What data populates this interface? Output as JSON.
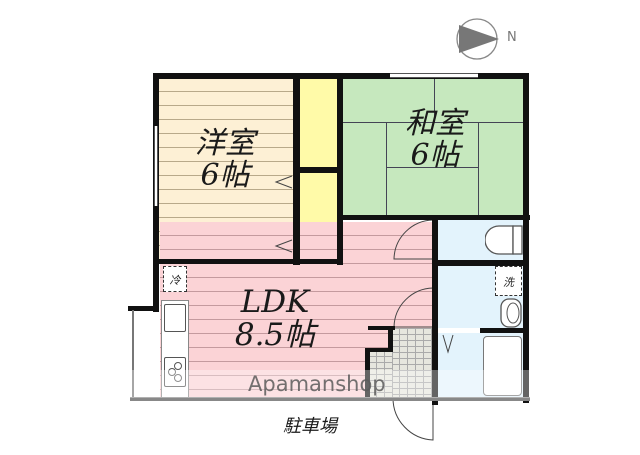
{
  "compass": {
    "direction_label": "N",
    "icon": "compass-arrow-icon"
  },
  "rooms": {
    "western_room": {
      "name": "洋室",
      "size": "6帖",
      "color": "#fdf0d5"
    },
    "japanese_room": {
      "name": "和室",
      "size": "6帖",
      "color": "#c6e8be"
    },
    "ldk": {
      "name": "LDK",
      "size": "8.5帖",
      "color": "#fbd3d6"
    },
    "closet": {
      "color": "#fffaa8"
    },
    "wet_area": {
      "color": "#e3f3fc"
    }
  },
  "fixtures": {
    "fridge_label": "冷",
    "washer_label": "洗"
  },
  "parking_label": "駐車場",
  "watermark": "Apamanshop",
  "colors": {
    "wall": "#111111",
    "tile": "#d8d8d0"
  }
}
